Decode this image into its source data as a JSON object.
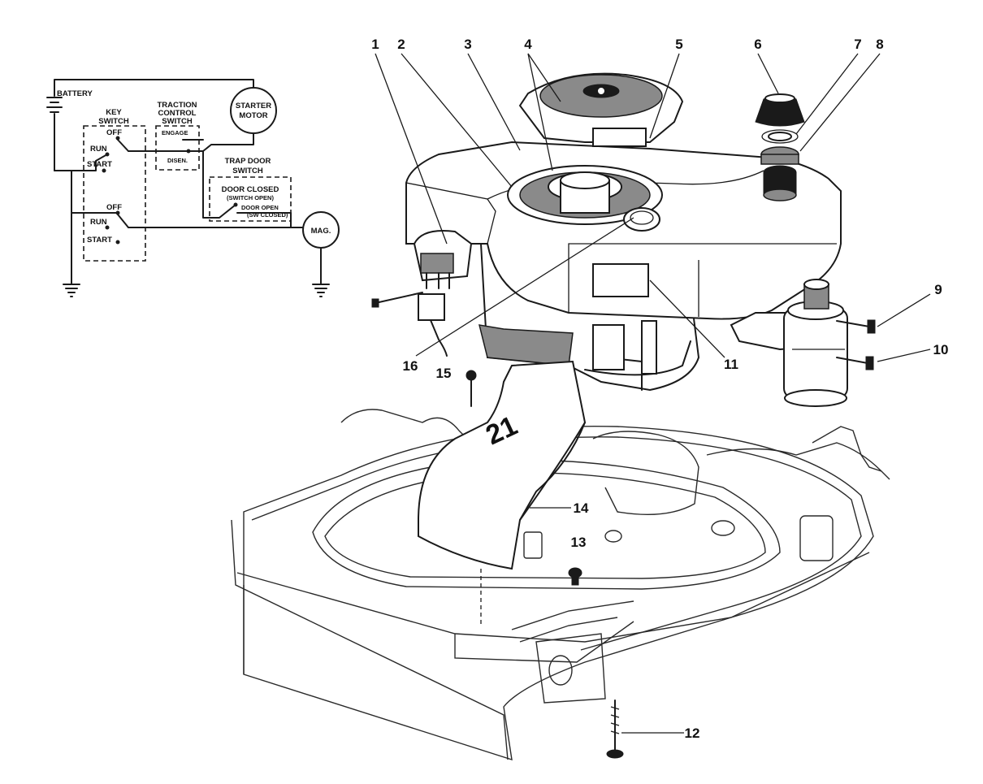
{
  "wiring_diagram": {
    "battery": "BATTERY",
    "key_switch": [
      "KEY",
      "SWITCH"
    ],
    "traction_switch": [
      "TRACTION",
      "CONTROL",
      "SWITCH"
    ],
    "starter_motor": [
      "STARTER",
      "MOTOR"
    ],
    "engage": "ENGAGE",
    "disen": "DISEN.",
    "trap_door_switch": [
      "TRAP DOOR",
      "SWITCH"
    ],
    "door_closed": "DOOR CLOSED",
    "switch_open": "(SWITCH OPEN)",
    "door_open": "DOOR OPEN",
    "sw_closed": "(SW CLOSED)",
    "off": "OFF",
    "run": "RUN",
    "start": "START",
    "mag": "MAG."
  },
  "callouts": [
    "1",
    "2",
    "3",
    "4",
    "5",
    "6",
    "7",
    "8",
    "9",
    "10",
    "11",
    "12",
    "13",
    "14",
    "15",
    "16"
  ],
  "deck_marking": "21"
}
